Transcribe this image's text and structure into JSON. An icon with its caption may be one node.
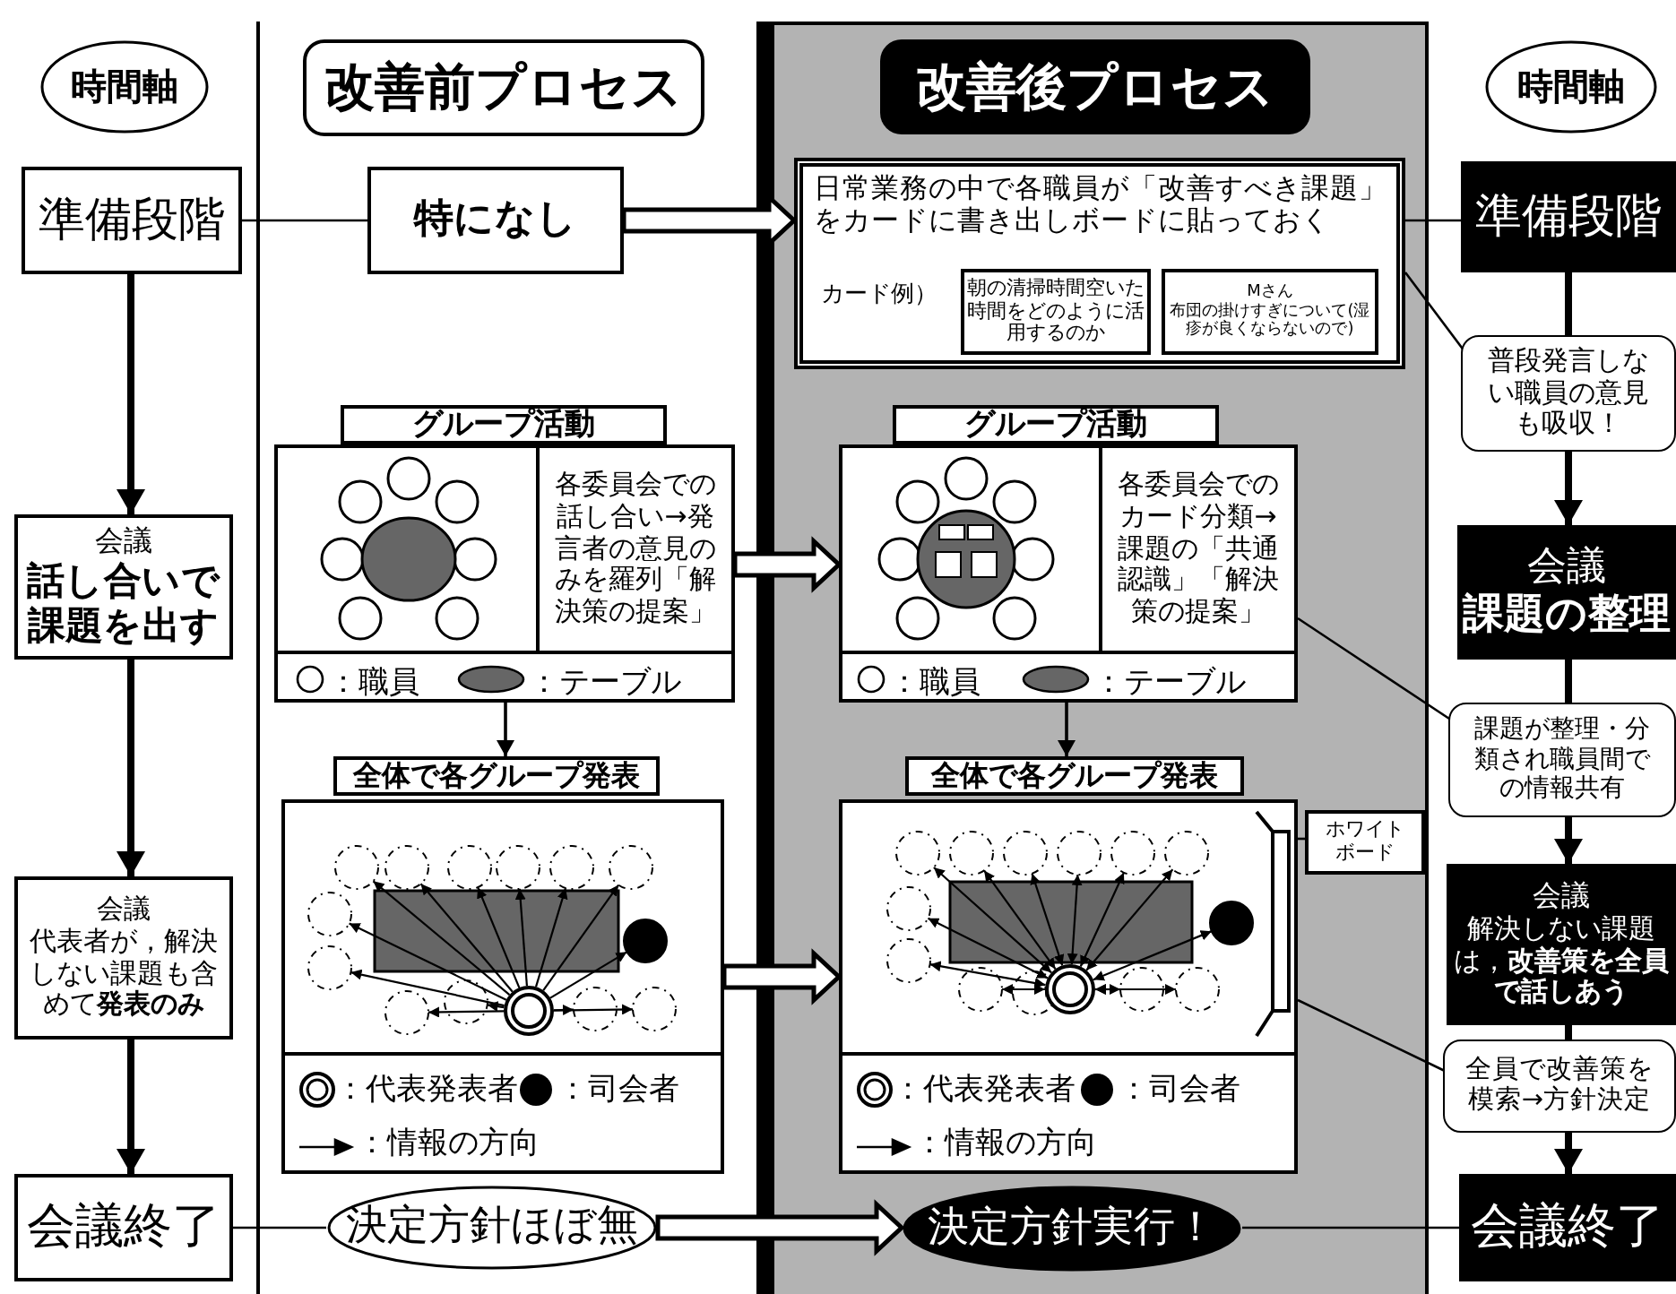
{
  "diagram": {
    "nodes": [
      {
        "text": [
          "時間軸"
        ]
      },
      {
        "text": [
          "改善前プロセス"
        ]
      },
      {
        "text": [
          "改善後プロセス"
        ]
      },
      {
        "text": [
          "時間軸"
        ]
      },
      {
        "text": [
          "準備段階"
        ]
      },
      {
        "text": [
          "特になし"
        ]
      },
      {
        "text": [
          "日常業務の中で各職員が「改善すべき課題」をカードに書き出しボードに貼っておく",
          "カード例）"
        ]
      },
      {
        "text": [
          "朝の清掃時間空いた時間をどのように活用するのか"
        ],
        "in": 6
      },
      {
        "text": [
          "Mさん",
          "布団の掛けすぎについて(湿疹が良くならないので)"
        ],
        "in": 6
      },
      {
        "text": [
          "準備段階"
        ]
      },
      {
        "text": [
          "普段発言しない職員の意見も吸収！"
        ]
      },
      {
        "text": [
          "会議",
          "話し合いで課題を出す"
        ]
      },
      {
        "text": [
          "グループ活動"
        ]
      },
      {
        "text": [
          "各委員会での話し合い→発言者の意見のみを羅列「解決策の提案」"
        ]
      },
      {
        "text": [
          "グループ活動"
        ]
      },
      {
        "text": [
          "各委員会でのカード分類→課題の「共通認識」「解決策の提案」"
        ]
      },
      {
        "text": [
          "会議",
          "課題の整理"
        ]
      },
      {
        "text": [
          "全体で各グループ発表"
        ]
      },
      {
        "text": [],
        "shape": "box"
      },
      {
        "text": [
          "全体で各グループ発表"
        ]
      },
      {
        "text": [],
        "shape": "box"
      },
      {
        "text": [
          "ホワイトボード"
        ]
      },
      {
        "text": [],
        "shape": "bar",
        "in": 20
      },
      {
        "text": [
          "課題が整理・分類され職員間での情報共有"
        ]
      },
      {
        "text": [
          "会議",
          "代表者が，解決しない課題も含めて**発表のみ**"
        ]
      },
      {
        "text": [
          "会議",
          "解決しない課題は，**改善策を全員で話しあう**"
        ]
      },
      {
        "text": [
          "全員で改善策を模索→方針決定"
        ]
      },
      {
        "text": [
          "会議終了"
        ]
      },
      {
        "text": [
          "決定方針ほぼ無"
        ]
      },
      {
        "text": [
          "決定方針実行！"
        ]
      },
      {
        "text": [
          "会議終了"
        ]
      }
    ],
    "edges": [
      {
        "from": 4,
        "to": 5,
        "arrow": "none"
      },
      {
        "from": 5,
        "to": 6,
        "arrow": "to",
        "style": "thick"
      },
      {
        "from": 6,
        "to": 9,
        "arrow": "none"
      },
      {
        "from": 4,
        "to": 11,
        "arrow": "to",
        "style": "thick"
      },
      {
        "from": 9,
        "to": 10,
        "arrow": "none",
        "style": "thick"
      },
      {
        "from": 10,
        "to": 16,
        "arrow": "to",
        "style": "thick"
      },
      {
        "from": 13,
        "to": 17,
        "arrow": "to"
      },
      {
        "from": 15,
        "to": 19,
        "arrow": "to"
      },
      {
        "from": 13,
        "to": 15,
        "arrow": "to",
        "style": "thick"
      },
      {
        "from": 16,
        "to": 23,
        "arrow": "none",
        "style": "thick"
      },
      {
        "from": 23,
        "to": 25,
        "arrow": "to",
        "style": "thick"
      },
      {
        "from": 11,
        "to": 24,
        "arrow": "to",
        "style": "thick"
      },
      {
        "from": 18,
        "to": 20,
        "arrow": "to",
        "style": "thick"
      },
      {
        "from": 21,
        "to": 22,
        "arrow": "none"
      },
      {
        "from": 25,
        "to": 26,
        "arrow": "none",
        "style": "thick"
      },
      {
        "from": 26,
        "to": 30,
        "arrow": "to",
        "style": "thick"
      },
      {
        "from": 24,
        "to": 27,
        "arrow": "to",
        "style": "thick"
      },
      {
        "from": 27,
        "to": 28,
        "arrow": "none"
      },
      {
        "from": 28,
        "to": 29,
        "arrow": "to",
        "style": "thick"
      },
      {
        "from": 29,
        "to": 30,
        "arrow": "none"
      },
      {
        "from": 10,
        "to": 6,
        "arrow": "none"
      },
      {
        "from": 23,
        "to": 15,
        "arrow": "none"
      },
      {
        "from": 26,
        "to": 20,
        "arrow": "none"
      }
    ],
    "legend": [
      {
        "text": "：職員"
      },
      {
        "text": "：テーブル"
      },
      {
        "text": "：職員"
      },
      {
        "text": "：テーブル"
      },
      {
        "text": "：代表発表者"
      },
      {
        "text": "：司会者"
      },
      {
        "text": "：情報の方向"
      },
      {
        "text": "：代表発表者"
      },
      {
        "text": "：司会者"
      },
      {
        "text": "：情報の方向"
      }
    ]
  }
}
